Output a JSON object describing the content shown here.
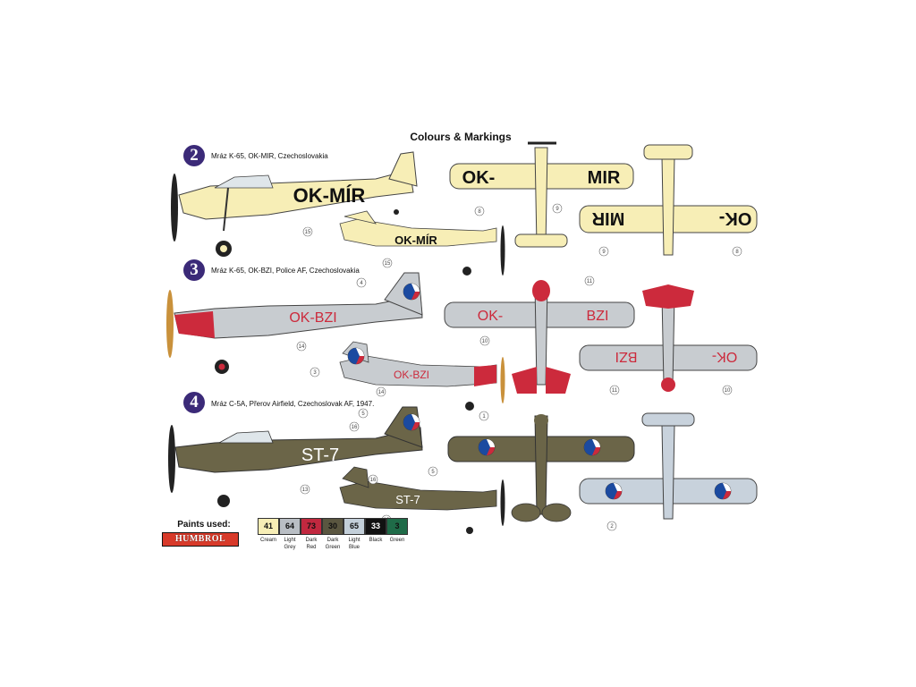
{
  "title": "Colours & Markings",
  "schemes": [
    {
      "number": "2",
      "label": "Mráz K-65, OK-MIR, Czechoslovakia",
      "registration_large": "OK-MÍR",
      "registration_small": "OK-MÍR",
      "top_wing_left": "OK-",
      "top_wing_right": "MIR",
      "bottom_wing_left": "MIR",
      "bottom_wing_right": "OK-"
    },
    {
      "number": "3",
      "label": "Mráz K-65, OK-BZI, Police AF, Czechoslovakia",
      "registration_large": "OK-BZI",
      "registration_small": "OK-BZI",
      "top_wing_left": "OK-",
      "top_wing_right": "BZI",
      "bottom_wing_left": "BZI",
      "bottom_wing_right": "OK-"
    },
    {
      "number": "4",
      "label": "Mráz C-5A, Přerov Airfield, Czechoslovak AF, 1947.",
      "registration_large": "ST-7",
      "registration_small": "ST-7"
    }
  ],
  "callouts": {
    "c1": "15",
    "c2": "15",
    "c3": "8",
    "c4": "9",
    "c5": "9",
    "c6": "8",
    "c7": "4",
    "c8": "14",
    "c9": "3",
    "c10": "14",
    "c11": "11",
    "c12": "10",
    "c13": "11",
    "c14": "10",
    "c15": "5",
    "c16": "16",
    "c17": "13",
    "c18": "16",
    "c19": "5",
    "c20": "13",
    "c21": "1",
    "c22": "2"
  },
  "paints_used_label": "Paints used:",
  "brand": "HUMBROL",
  "paints": [
    {
      "code": "41",
      "name_line1": "Cream",
      "name_line2": "",
      "color": "#f7eeb6",
      "text_color": "#111111"
    },
    {
      "code": "64",
      "name_line1": "Light",
      "name_line2": "Grey",
      "color": "#b9bec4",
      "text_color": "#111111"
    },
    {
      "code": "73",
      "name_line1": "Dark",
      "name_line2": "Red",
      "color": "#c1283f",
      "text_color": "#111111"
    },
    {
      "code": "30",
      "name_line1": "Dark",
      "name_line2": "Green",
      "color": "#5a5640",
      "text_color": "#111111"
    },
    {
      "code": "65",
      "name_line1": "Light",
      "name_line2": "Blue",
      "color": "#c3cfd9",
      "text_color": "#111111"
    },
    {
      "code": "33",
      "name_line1": "Black",
      "name_line2": "",
      "color": "#111111",
      "text_color": "#ffffff"
    },
    {
      "code": "3",
      "name_line1": "Green",
      "name_line2": "",
      "color": "#1f6b48",
      "text_color": "#111111"
    }
  ],
  "colors": {
    "cream": "#f7eeb6",
    "grey": "#c8ccd0",
    "red": "#cc2a3c",
    "olive": "#6b6548",
    "lightblue": "#c8d2dc",
    "accent": "#3b2a78"
  }
}
